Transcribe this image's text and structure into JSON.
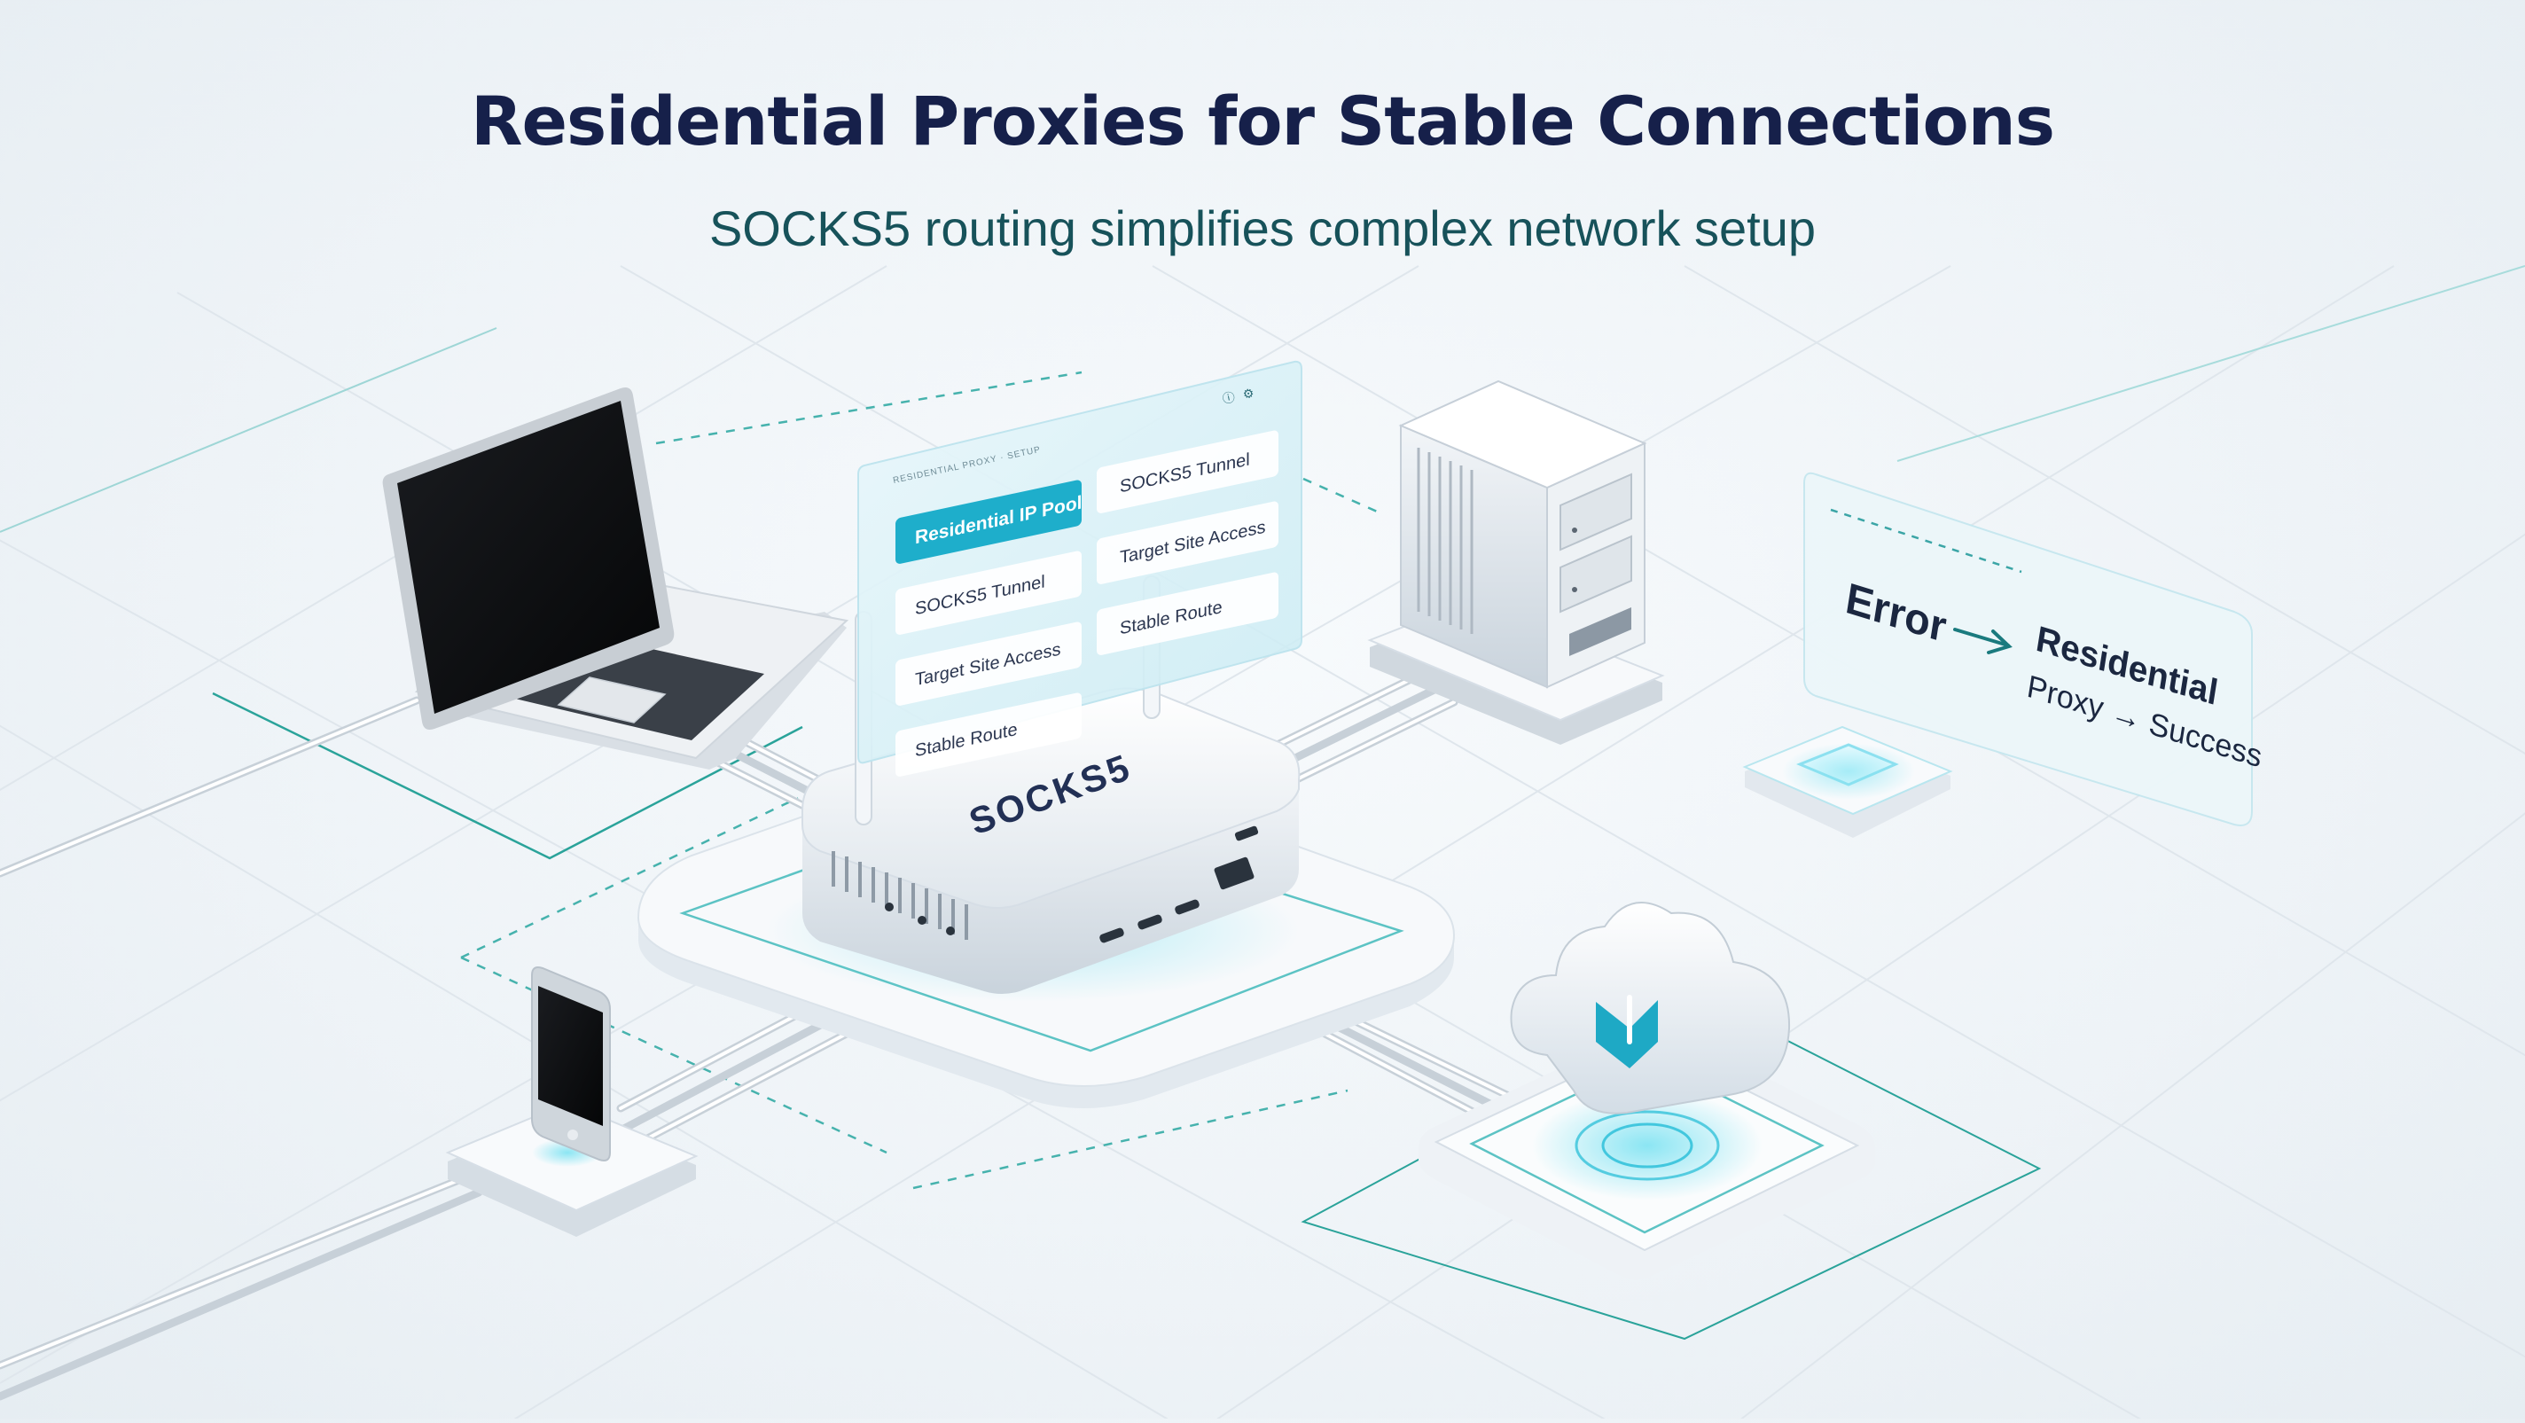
{
  "header": {
    "title": "Residential Proxies for Stable Connections",
    "subtitle": "SOCKS5 routing simplifies complex network setup"
  },
  "router": {
    "label": "SOCKS5"
  },
  "floating_panel": {
    "header_text": "RESIDENTIAL PROXY · SETUP",
    "window_controls": [
      "ⓘ",
      "⚙"
    ],
    "left_column": [
      "Residential IP Pool",
      "SOCKS5 Tunnel",
      "Target Site Access",
      "Stable Route"
    ],
    "right_column": [
      "SOCKS5 Tunnel",
      "Target Site Access",
      "Stable Route"
    ]
  },
  "status_card": {
    "from_label": "Error",
    "arrow_icon": "arrow-right-icon",
    "to_line1": "Residential",
    "to_line2": "Proxy → Success"
  },
  "devices": {
    "laptop_icon": "laptop-icon",
    "phone_icon": "smartphone-icon",
    "server_icon": "server-tower-icon",
    "cloud_icon": "cloud-download-icon",
    "router_icon": "router-icon"
  },
  "colors": {
    "accent": "#19a9c4",
    "teal_line": "#2aa39a",
    "title": "#16204a",
    "subtitle": "#17525a"
  }
}
